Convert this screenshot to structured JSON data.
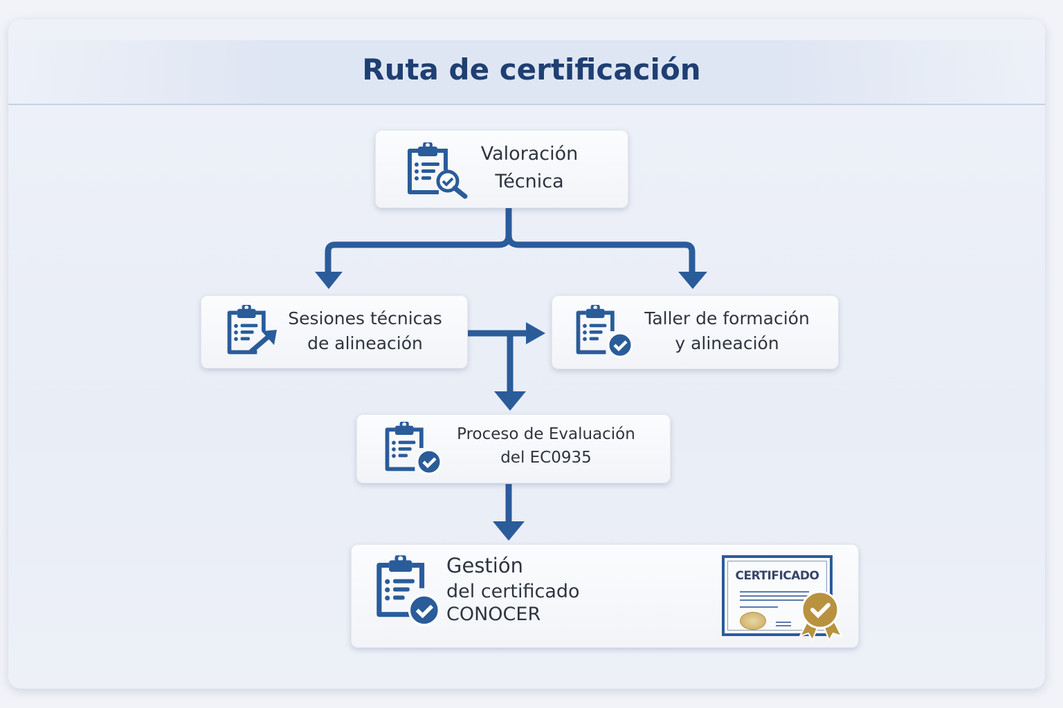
{
  "title": "Ruta de certificación",
  "steps": [
    {
      "line1": "Valoración",
      "line2": "Técnica",
      "icon": "clipboard-search-icon"
    },
    {
      "line1": "Sesiones técnicas",
      "line2": "de alineación",
      "icon": "clipboard-arrow-icon"
    },
    {
      "line1": "Taller de formación",
      "line2": "y alineación",
      "icon": "clipboard-check-icon"
    },
    {
      "line1": "Proceso de Evaluación",
      "line2": "del EC0935",
      "icon": "clipboard-check-icon"
    },
    {
      "line1": "Gestión",
      "line2": "del certificado",
      "line3": "CONOCER",
      "icon": "clipboard-check-icon"
    }
  ],
  "certificate": {
    "label": "CERTIFICADO"
  },
  "colors": {
    "primary": "#2a5c9a",
    "title": "#1f3f73",
    "gold": "#b8923f"
  }
}
